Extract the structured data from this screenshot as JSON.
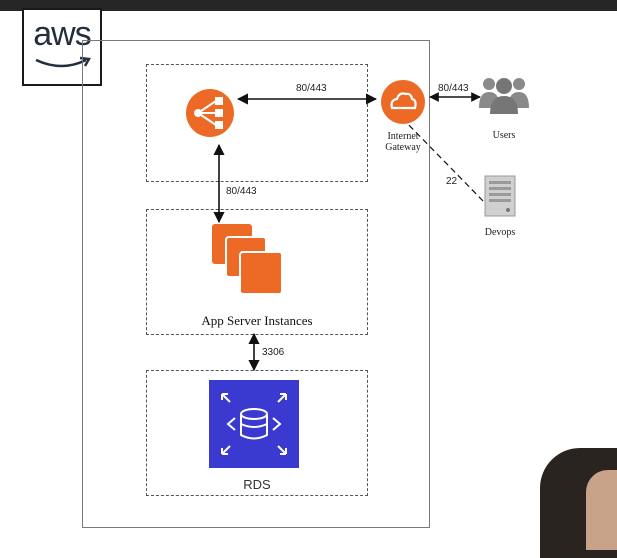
{
  "logo": {
    "text": "aws"
  },
  "edges": {
    "lb_to_gateway": "80/443",
    "gateway_to_users": "80/443",
    "lb_to_app": "80/443",
    "app_to_rds": "3306",
    "gateway_to_devops": "22"
  },
  "nodes": {
    "gateway": {
      "line1": "Internet",
      "line2": "Gateway"
    },
    "users": {
      "label": "Users"
    },
    "devops": {
      "label": "Devops"
    },
    "app": {
      "label": "App Server Instances"
    },
    "rds": {
      "label": "RDS"
    }
  },
  "colors": {
    "aws_orange": "#ec6a25",
    "rds_blue": "#3a3ad0",
    "users_gray": "#8a8a8a",
    "server_gray": "#b8b8b8"
  },
  "icons": {
    "load_balancer": "elb-icon",
    "gateway": "cloud-icon",
    "users": "users-icon",
    "devops": "server-icon",
    "app": "ec2-instances-icon",
    "rds": "database-icon"
  }
}
